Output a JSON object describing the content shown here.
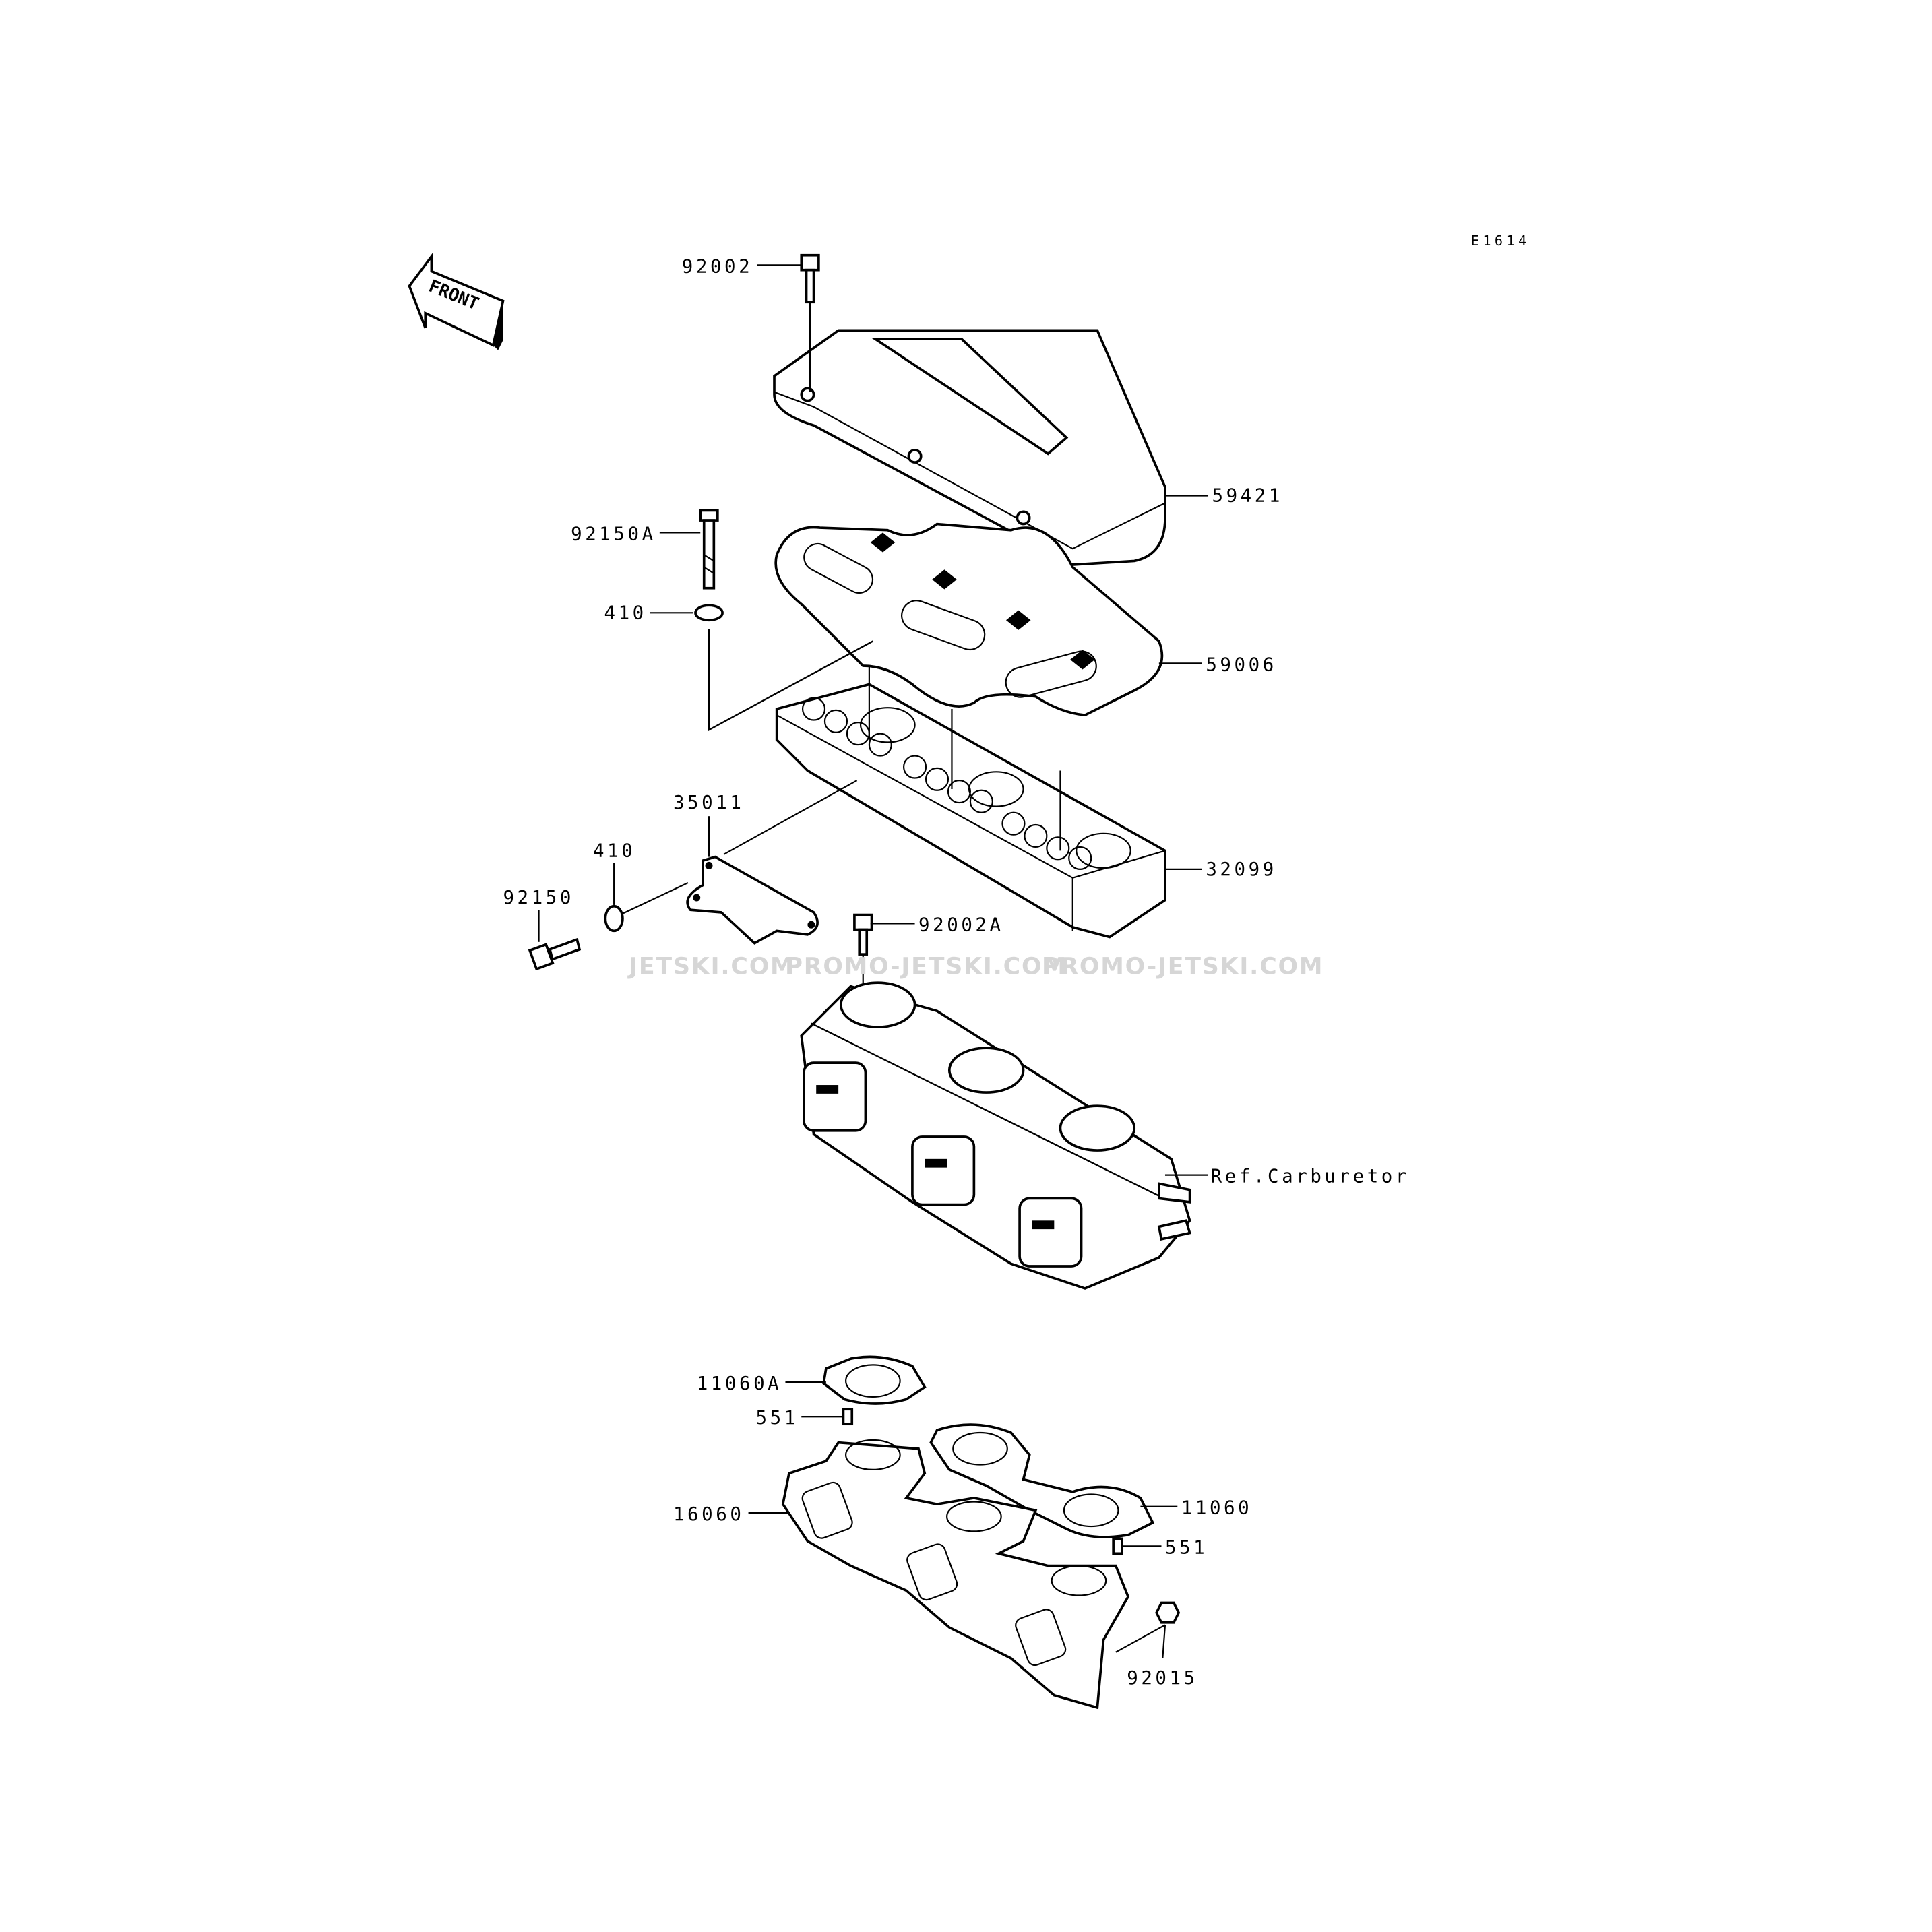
{
  "diagram": {
    "code": "E1614",
    "front_label": "FRONT",
    "watermark": [
      "JETSKI.COM",
      "PROMO-JETSKI.COM",
      "PROMO-JETSKI.COM"
    ],
    "parts": {
      "bolt_top": "92002",
      "cover": "59421",
      "bolt_long": "92150A",
      "washer_top": "410",
      "gasket_cover": "59006",
      "bracket": "35011",
      "washer_left": "410",
      "bolt_left": "92150",
      "case": "32099",
      "bolt_bracket": "92002A",
      "carburetor_ref": "Ref.Carburetor",
      "gasket_single": "11060A",
      "pin_top": "551",
      "manifold": "16060",
      "gasket_double": "11060",
      "pin_right": "551",
      "nut": "92015"
    }
  }
}
